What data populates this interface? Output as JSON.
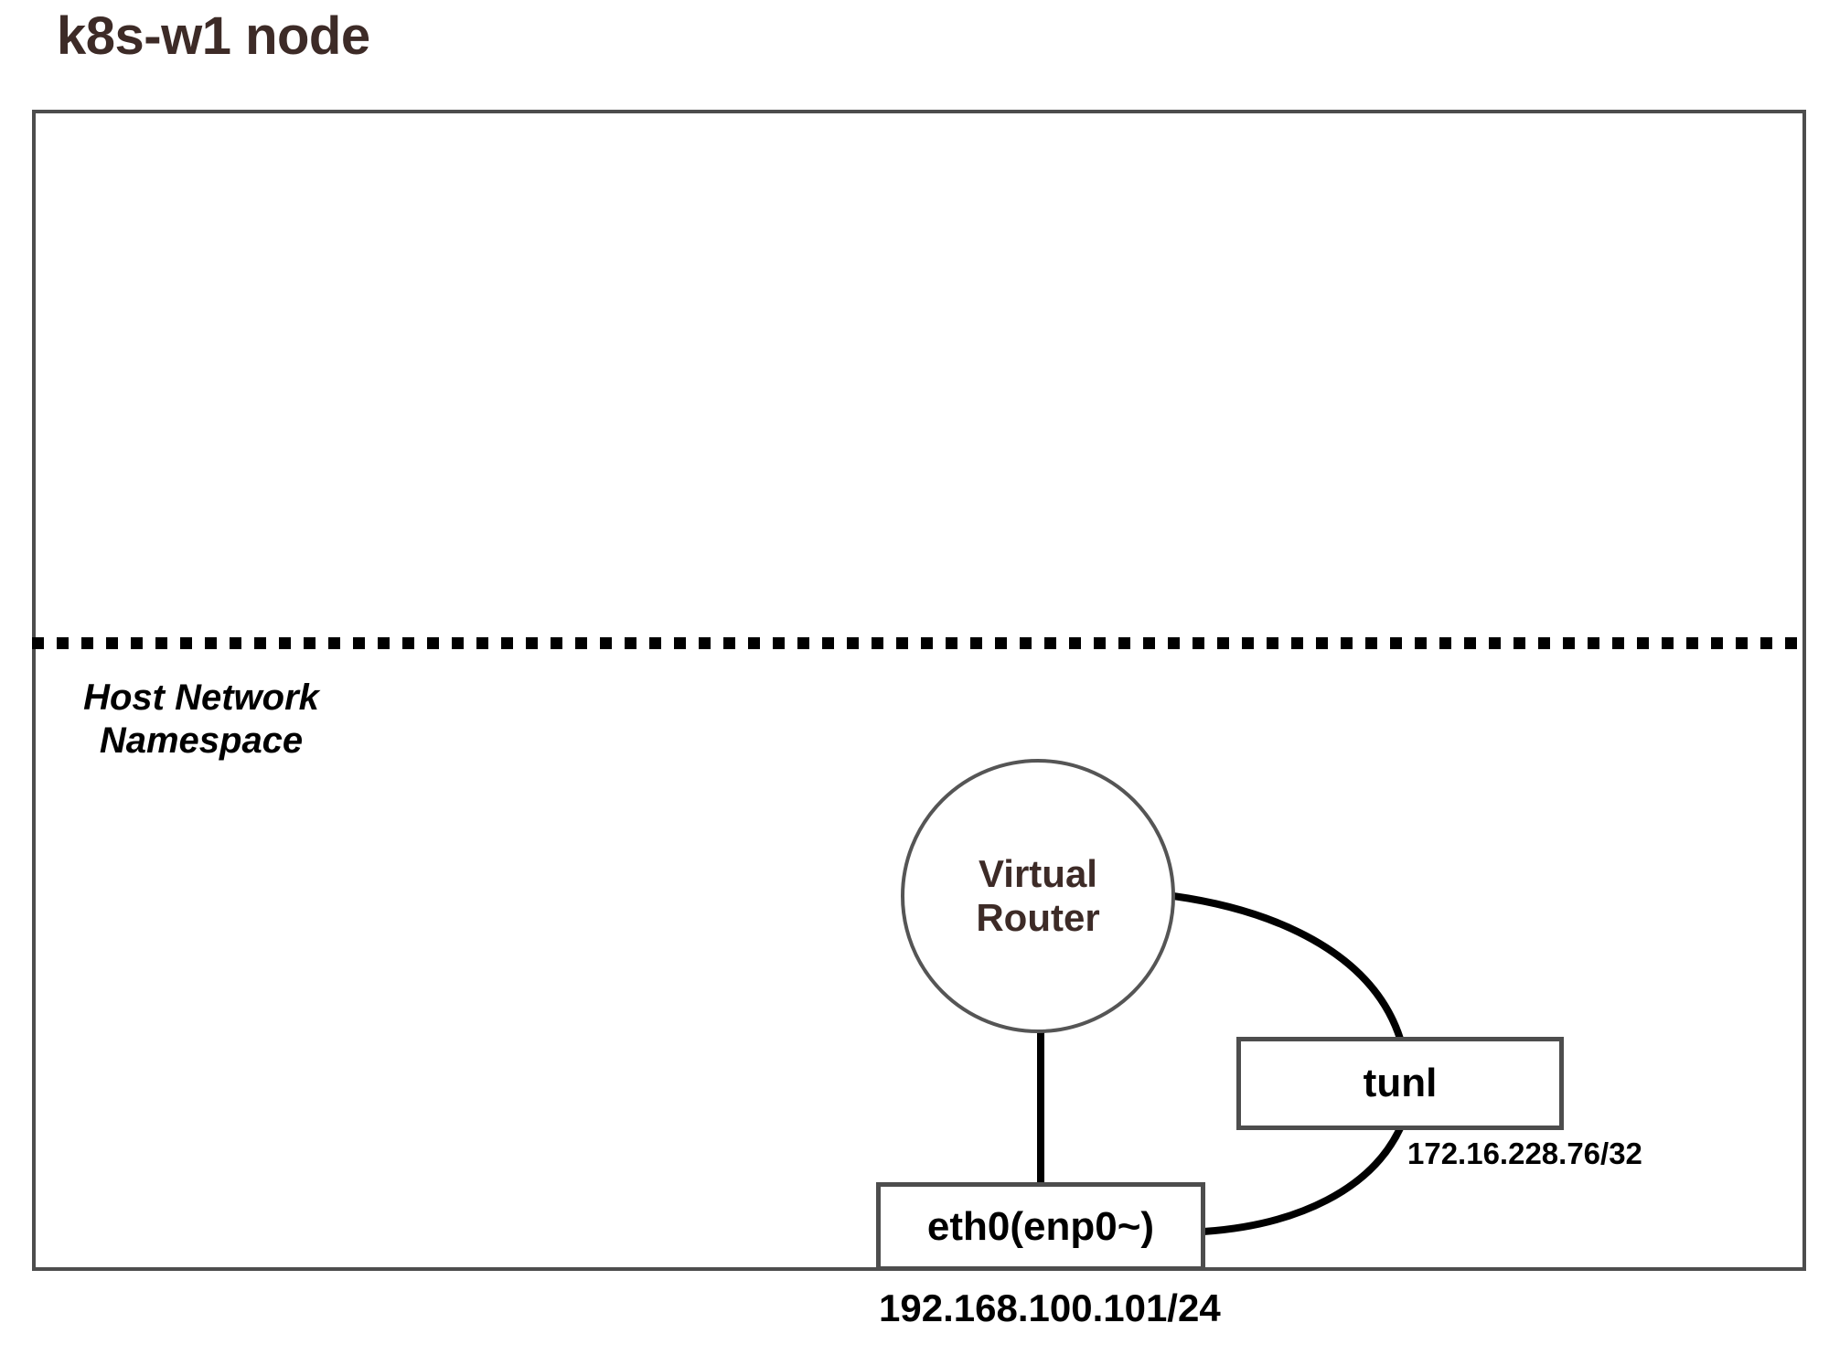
{
  "diagram": {
    "title": "k8s-w1 node",
    "title_color": "#3d2b27",
    "namespace_label_line1": "Host Network",
    "namespace_label_line2": "Namespace",
    "nodes": {
      "virtual_router": {
        "label_line1": "Virtual",
        "label_line2": "Router",
        "shape": "circle",
        "color": "#3d2b27"
      },
      "tunl": {
        "label": "tunl",
        "shape": "rectangle",
        "ip": "172.16.228.76/32"
      },
      "eth0": {
        "label": "eth0(enp0~)",
        "shape": "rectangle",
        "ip": "192.168.100.101/24"
      }
    },
    "edges": [
      {
        "from": "virtual_router",
        "to": "eth0",
        "style": "straight"
      },
      {
        "from": "virtual_router",
        "to": "tunl",
        "style": "curved"
      },
      {
        "from": "tunl",
        "to": "eth0",
        "style": "curved"
      }
    ],
    "colors": {
      "border": "#4d4d4d",
      "divider": "#000000",
      "line": "#000000",
      "background": "#ffffff"
    }
  }
}
